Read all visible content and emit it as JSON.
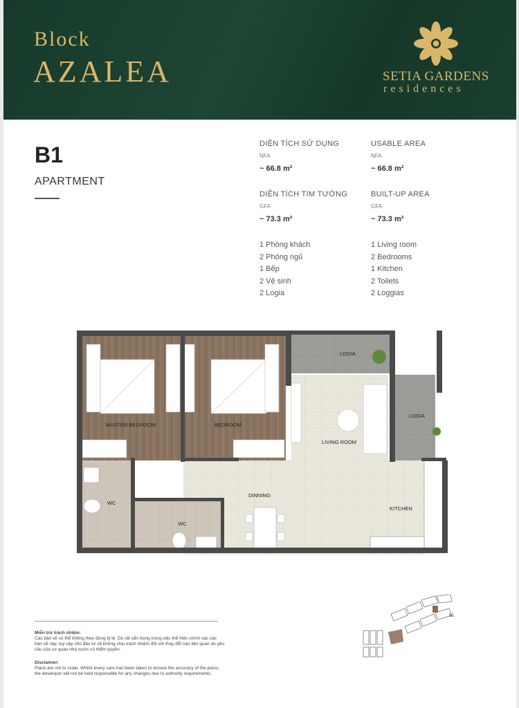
{
  "header": {
    "block_label": "Block",
    "block_name": "AZALEA",
    "brand_line1": "SETIA GARDENS",
    "brand_line2": "residences",
    "brand_color": "#d9b66a",
    "banner_color": "#163829"
  },
  "unit": {
    "code": "B1",
    "type": "APARTMENT"
  },
  "areas": {
    "nfa_vi_label": "DIỆN TÍCH SỬ DỤNG",
    "nfa_en_label": "USABLE AREA",
    "nfa_abbr": "NFA",
    "nfa_value": "~ 66.8 m²",
    "gfa_vi_label": "DIỆN TÍCH TIM TƯỜNG",
    "gfa_en_label": "BUILT-UP AREA",
    "gfa_abbr": "GFA",
    "gfa_value": "~ 73.3 m²"
  },
  "rooms_vi": [
    "1 Phòng khách",
    "2 Phòng ngủ",
    "1 Bếp",
    "2 Vệ sinh",
    "2 Logia"
  ],
  "rooms_en": [
    "1 Living room",
    "2 Bedrooms",
    "1 Kitchen",
    "2 Toilets",
    "2 Loggias"
  ],
  "plan_labels": {
    "master_bedroom": "MASTER BEDROOM",
    "bedroom": "BEDROOM",
    "logia_top": "LOGIA",
    "logia_right": "LOGIA",
    "living_room": "LIVING ROOM",
    "wc1": "WC",
    "wc2": "WC",
    "dinning": "DINNING",
    "kitchen": "KITCHEN"
  },
  "disclaimer": {
    "vi_title": "Miễn trừ trách nhiệm:",
    "vi_text": "Các bản vẽ có thể không theo đúng tỷ lệ. Dù rất cẩn trọng trong việc thể hiện chính xác các bản vẽ này, tuy vậy chủ đầu tư sẽ không chịu trách nhiệm đối với thay đổi nào liên quan do yêu cầu của cơ quan nhà nước có thẩm quyền.",
    "en_title": "Disclaimer:",
    "en_text": "Plans are not to scale. Whilst every care has been taken to ensure the accuracy of the plans, the developer will not be held responsible for any changes due to authority requirements."
  },
  "keyplan": {
    "unit_marker": "B1"
  }
}
